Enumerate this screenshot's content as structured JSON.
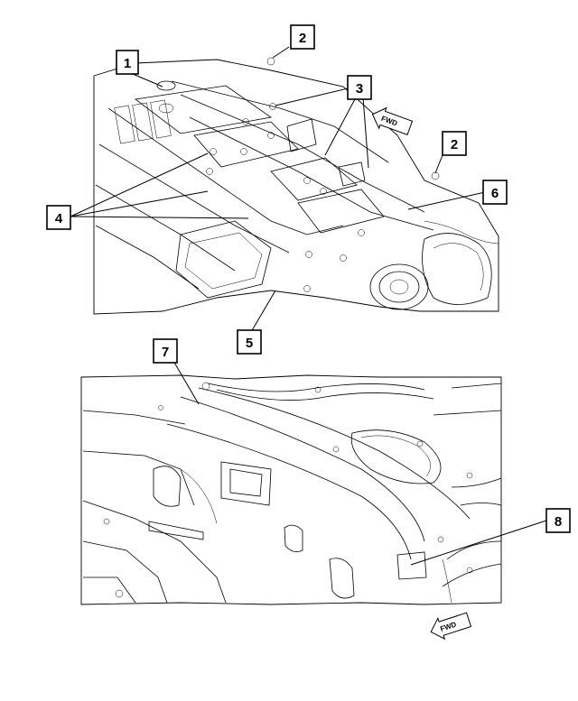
{
  "callouts": {
    "c1": "1",
    "c2a": "2",
    "c2b": "2",
    "c3": "3",
    "c4": "4",
    "c5": "5",
    "c6": "6",
    "c7": "7",
    "c8": "8"
  },
  "fwd": {
    "top": "FWD",
    "bottom": "FWD"
  }
}
